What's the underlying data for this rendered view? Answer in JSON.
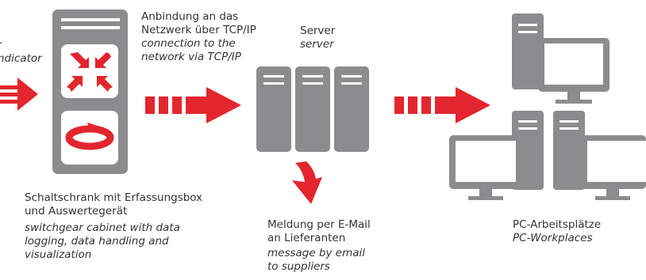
{
  "indicator": {
    "de": "r",
    "en": "ndicator"
  },
  "connection": {
    "de_line1": "Anbindung an das",
    "de_line2": "Netzwerk über TCP/IP",
    "en_line1": "connection to the",
    "en_line2": "network via TCP/IP"
  },
  "server": {
    "de": "Server",
    "en": "server"
  },
  "cabinet": {
    "de_line1": "Schaltschrank mit Erfassungsbox",
    "de_line2": "und Auswertegerät",
    "en_line1": "switchgear cabinet with data",
    "en_line2": "logging, data handling and",
    "en_line3": "visualization"
  },
  "email": {
    "de_line1": "Meldung per E-Mail",
    "de_line2": "an Lieferanten",
    "en_line1": "message by email",
    "en_line2": "to suppliers"
  },
  "workplaces": {
    "de": "PC-Arbeitsplätze",
    "en": "PC-Workplaces"
  },
  "colors": {
    "accent_red": "#e3262e",
    "device_gray": "#8c8c8e",
    "screen_white": "#ffffff",
    "text": "#333333"
  }
}
